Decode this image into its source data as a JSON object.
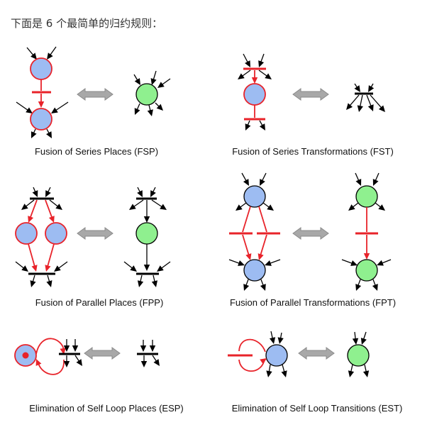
{
  "heading": "下面是 6 个最简单的归约规则：",
  "colors": {
    "place_blue": "#9dbcf2",
    "place_green": "#8ff08f",
    "highlight_red": "#e8232a",
    "arrow_grey": "#a8a8a8",
    "token": "#e8232a"
  },
  "rules": [
    {
      "id": "fsp",
      "caption": "Fusion of Series Places (FSP)"
    },
    {
      "id": "fst",
      "caption": "Fusion of Series Transformations (FST)"
    },
    {
      "id": "fpp",
      "caption": "Fusion of Parallel Places (FPP)"
    },
    {
      "id": "fpt",
      "caption": "Fusion of Parallel Transformations (FPT)"
    },
    {
      "id": "esp",
      "caption": "Elimination of Self Loop Places (ESP)"
    },
    {
      "id": "est",
      "caption": "Elimination of Self Loop Transitions (EST)"
    }
  ]
}
